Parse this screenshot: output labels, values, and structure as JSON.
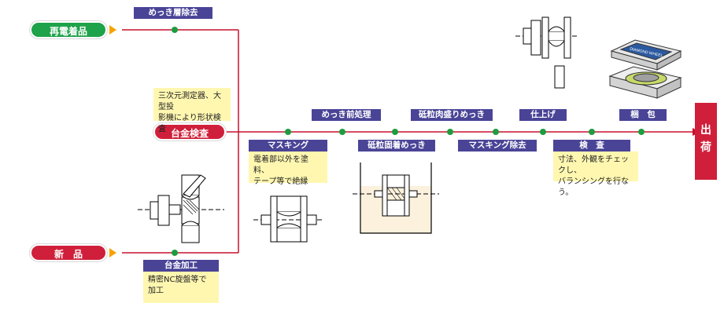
{
  "inputs": {
    "reuse_label": "再電着品",
    "inspect_label": "台金検査",
    "new_label": "新　品"
  },
  "steps": {
    "plating_removal": "めっき層除去",
    "base_processing": "台金加工",
    "pre_plating": "めっき前処理",
    "masking": "マスキング",
    "grain_fix": "砥粒固着めっき",
    "grain_build": "砥粒肉盛りめっき",
    "mask_removal": "マスキング除去",
    "finish": "仕上げ",
    "inspection": "検　査",
    "packing": "梱　包"
  },
  "notes": {
    "inspect_note_1": "三次元測定器、大型投",
    "inspect_note_2": "影機により形状検査",
    "masking_note_1": "電着部以外を塗料、",
    "masking_note_2": "テープ等で絶縁",
    "base_note": "精密NC旋盤等で加工",
    "inspection_note_1": "寸法、外観をチェックし、",
    "inspection_note_2": "バランシングを行なう。"
  },
  "output": {
    "char_1": "出",
    "char_2": "荷"
  },
  "box_label": "DIAMOND WHEEL",
  "colors": {
    "line": "#c8102e",
    "node": "#1e9c3e",
    "tag": "#4a4497",
    "note": "#fff7b0",
    "arrow": "#f5a300"
  }
}
